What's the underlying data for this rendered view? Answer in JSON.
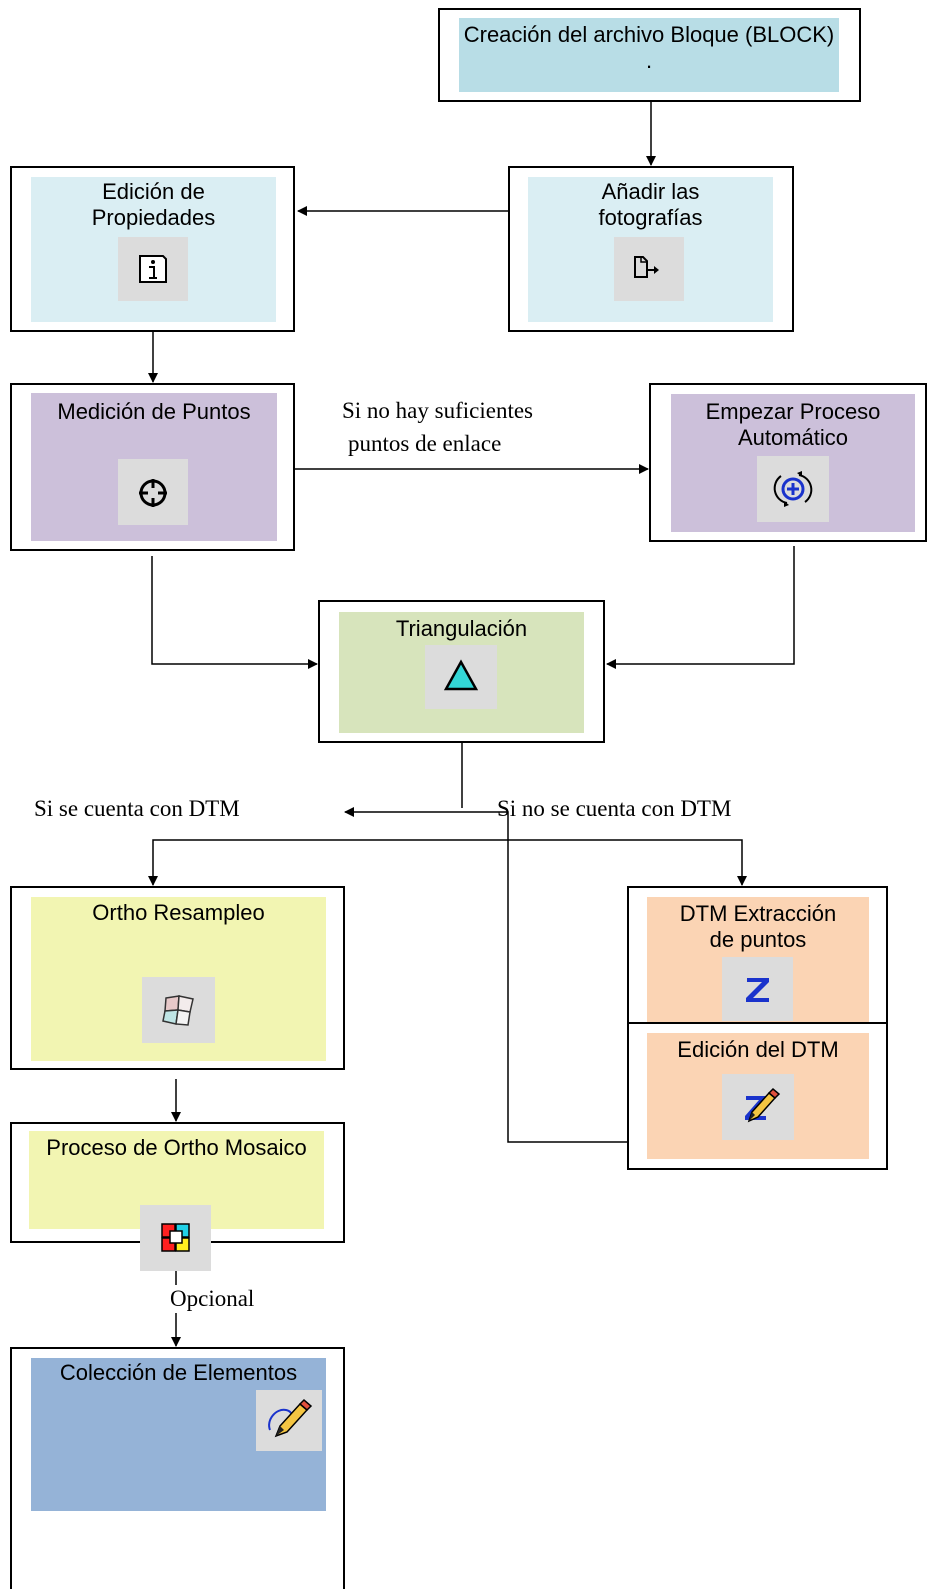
{
  "nodes": {
    "create_block": {
      "label": "Creación del archivo Bloque (BLOCK) .",
      "fill": "#b8dde6"
    },
    "add_photos": {
      "label": "Añadir las fotografías",
      "fill": "#daeef3",
      "icon": "add-file-icon"
    },
    "edit_properties": {
      "label": "Edición de Propiedades",
      "fill": "#daeef3",
      "icon": "info-icon"
    },
    "measure_points": {
      "label": "Medición de Puntos",
      "fill": "#ccc0da",
      "icon": "crosshair-icon"
    },
    "auto_process": {
      "label": "Empezar Proceso Automático",
      "fill": "#ccc0da",
      "icon": "auto-process-icon"
    },
    "triangulation": {
      "label": "Triangulación",
      "fill": "#d7e4bc",
      "icon": "triangle-icon"
    },
    "ortho_resample": {
      "label": "Ortho Resampleo",
      "fill": "#f2f5b2",
      "icon": "resample-icon"
    },
    "dtm_extraction": {
      "label": "DTM Extracción de puntos",
      "fill": "#fbd4b4",
      "icon": "z-icon"
    },
    "dtm_edit": {
      "label": "Edición del DTM",
      "fill": "#fbd4b4",
      "icon": "pencil-z-icon"
    },
    "ortho_mosaic": {
      "label": "Proceso de Ortho Mosaico",
      "fill": "#f2f5b2",
      "icon": "mosaic-icon"
    },
    "feature_collection": {
      "label": "Colección de Elementos",
      "fill": "#95b3d7",
      "icon": "feature-pencil-icon"
    }
  },
  "edge_labels": {
    "not_enough_points_1": "Si no hay suficientes",
    "not_enough_points_2": "puntos de enlace",
    "with_dtm": "Si se cuenta con DTM",
    "without_dtm": "Si no se cuenta con DTM",
    "optional": "Opcional"
  }
}
